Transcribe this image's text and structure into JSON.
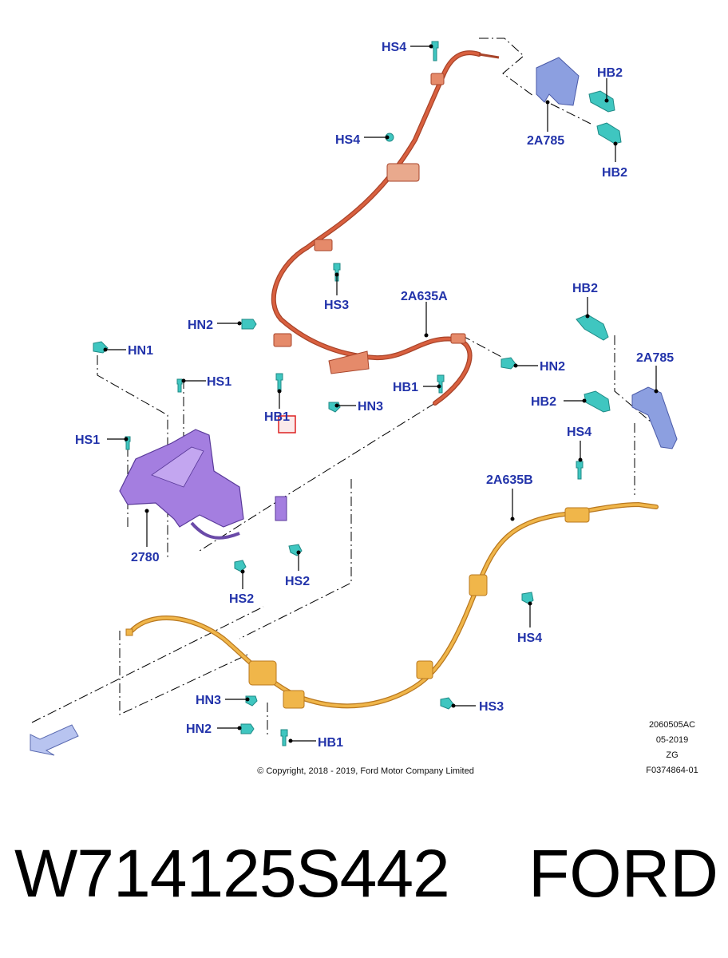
{
  "diagram": {
    "labels": {
      "hs4_top": "HS4",
      "hb2_top": "HB2",
      "bracket_top": "2A785",
      "hb2_top_lower": "HB2",
      "hs4_mid": "HS4",
      "hs3_upper": "HS3",
      "cable_a": "2A635A",
      "hn2_left": "HN2",
      "hn1": "HN1",
      "hs1_upper": "HS1",
      "hb1_left": "HB1",
      "hn3_upper": "HN3",
      "hb1_mid": "HB1",
      "hn2_right": "HN2",
      "hb2_right_top": "HB2",
      "bracket_right": "2A785",
      "hb2_right_mid": "HB2",
      "hs1_left": "HS1",
      "hs4_right": "HS4",
      "cable_b": "2A635B",
      "lever": "2780",
      "hs2_right": "HS2",
      "hs2_left": "HS2",
      "hs4_lower": "HS4",
      "hn3_lower": "HN3",
      "hs3_lower": "HS3",
      "hn2_lower": "HN2",
      "hb1_lower": "HB1"
    },
    "meta": {
      "ref": "2060505AC",
      "date": "05-2019",
      "code": "ZG",
      "figure": "F0374864-01"
    },
    "copyright": "© Copyright, 2018 - 2019, Ford Motor Company Limited",
    "colors": {
      "label": "#2233aa",
      "cable_upper": "#d9603f",
      "cable_lower": "#e8a23a",
      "lever": "#a47ee0",
      "bracket": "#8c9fe0",
      "fastener": "#3fc6c0"
    }
  },
  "footer": {
    "part_number": "W714125S442",
    "brand": "FORD"
  }
}
